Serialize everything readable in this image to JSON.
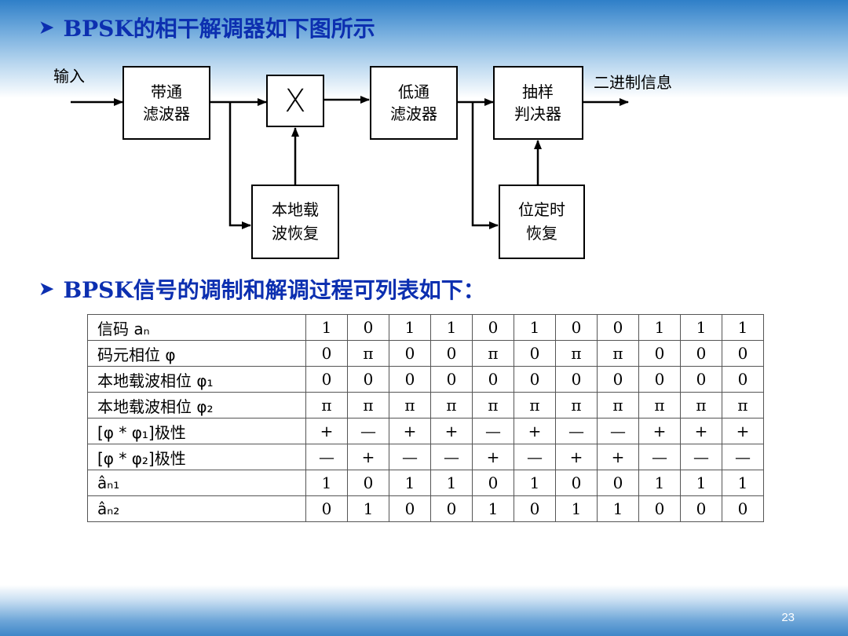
{
  "headings": {
    "h1": "BPSK的相干解调器如下图所示",
    "h2": "BPSK信号的调制和解调过程可列表如下："
  },
  "diagram": {
    "input_label": "输入",
    "output_label": "二进制信息",
    "multiplier_symbol": "X",
    "blocks": {
      "bandpass": [
        "带通",
        "滤波器"
      ],
      "lowpass": [
        "低通",
        "滤波器"
      ],
      "decision": [
        "抽样",
        "判决器"
      ],
      "carrier_recovery": [
        "本地载",
        "波恢复"
      ],
      "timing_recovery": [
        "位定时",
        "恢复"
      ]
    }
  },
  "table": {
    "rows": [
      {
        "label": "信码 aₙ",
        "values": [
          "1",
          "0",
          "1",
          "1",
          "0",
          "1",
          "0",
          "0",
          "1",
          "1",
          "1"
        ]
      },
      {
        "label": "码元相位 φ",
        "values": [
          "0",
          "π",
          "0",
          "0",
          "π",
          "0",
          "π",
          "π",
          "0",
          "0",
          "0"
        ]
      },
      {
        "label": "本地载波相位 φ₁",
        "values": [
          "0",
          "0",
          "0",
          "0",
          "0",
          "0",
          "0",
          "0",
          "0",
          "0",
          "0"
        ]
      },
      {
        "label": "本地载波相位 φ₂",
        "values": [
          "π",
          "π",
          "π",
          "π",
          "π",
          "π",
          "π",
          "π",
          "π",
          "π",
          "π"
        ]
      },
      {
        "label": "  [φ * φ₁]极性",
        "values": [
          "+",
          "—",
          "+",
          "+",
          "—",
          "+",
          "—",
          "—",
          "+",
          "+",
          "+"
        ]
      },
      {
        "label": "[φ * φ₂]极性",
        "values": [
          "—",
          "+",
          "—",
          "—",
          "+",
          "—",
          "+",
          "+",
          "—",
          "—",
          "—"
        ]
      },
      {
        "label": "âₙ₁",
        "values": [
          "1",
          "0",
          "1",
          "1",
          "0",
          "1",
          "0",
          "0",
          "1",
          "1",
          "1"
        ]
      },
      {
        "label": "âₙ₂",
        "values": [
          "0",
          "1",
          "0",
          "0",
          "1",
          "0",
          "1",
          "1",
          "0",
          "0",
          "0"
        ]
      }
    ]
  },
  "page_number": "23",
  "colors": {
    "heading": "#0c2fb0",
    "band_top": "#2f7fc8",
    "band_bottom": "#3f86c8"
  },
  "icons": {
    "bullet": "arrowhead-bullet-icon"
  }
}
